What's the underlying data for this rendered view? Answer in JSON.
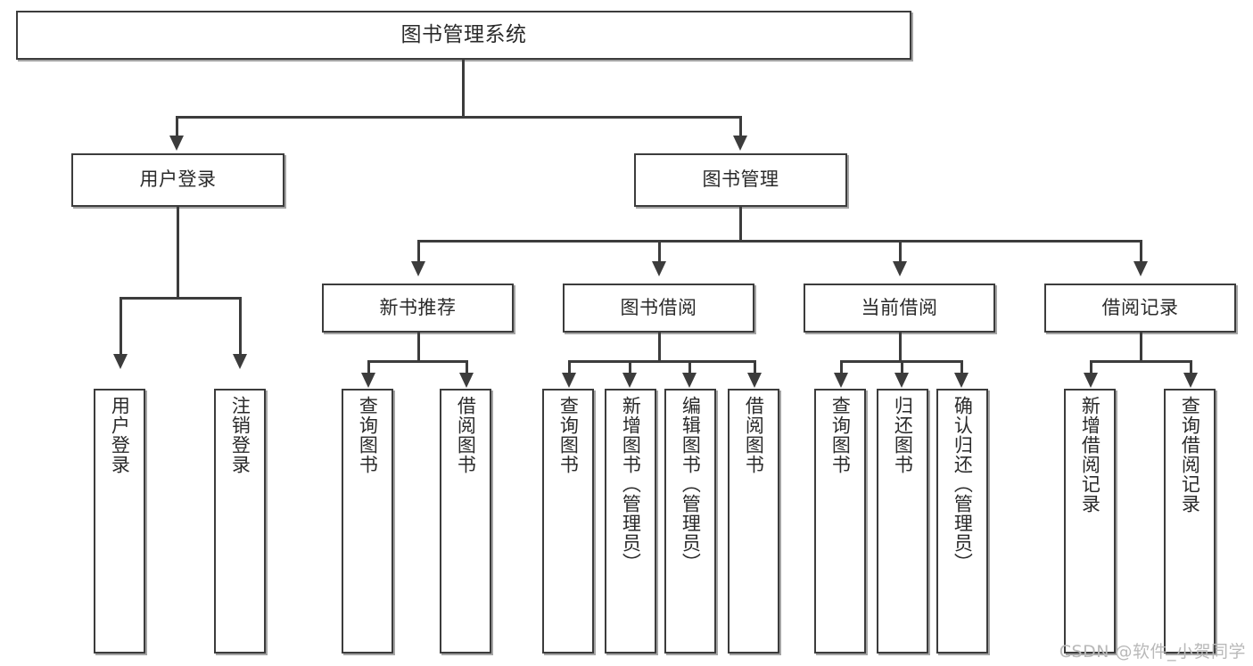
{
  "diagram": {
    "title": "图书管理系统",
    "watermark": "CSDN @软件_小贺同学",
    "colors": {
      "background": "#ffffff",
      "border": "#3c3c3c",
      "text": "#2a2a2a",
      "connector": "#3c3c3c",
      "watermark": "#b9b9b9"
    },
    "root": {
      "label": "图书管理系统"
    },
    "level1": [
      {
        "label": "用户登录"
      },
      {
        "label": "图书管理"
      }
    ],
    "level2": [
      {
        "label": "新书推荐"
      },
      {
        "label": "图书借阅"
      },
      {
        "label": "当前借阅"
      },
      {
        "label": "借阅记录"
      }
    ],
    "leaves": {
      "user_login": [
        {
          "label": "用户登录"
        },
        {
          "label": "注销登录"
        }
      ],
      "new_book_recommend": [
        {
          "label": "查询图书"
        },
        {
          "label": "借阅图书"
        }
      ],
      "book_borrow": [
        {
          "label": "查询图书"
        },
        {
          "label": "新增图书（管理员）"
        },
        {
          "label": "编辑图书（管理员）"
        },
        {
          "label": "借阅图书"
        }
      ],
      "current_borrow": [
        {
          "label": "查询图书"
        },
        {
          "label": "归还图书"
        },
        {
          "label": "确认归还（管理员）"
        }
      ],
      "borrow_record": [
        {
          "label": "新增借阅记录"
        },
        {
          "label": "查询借阅记录"
        }
      ]
    }
  }
}
